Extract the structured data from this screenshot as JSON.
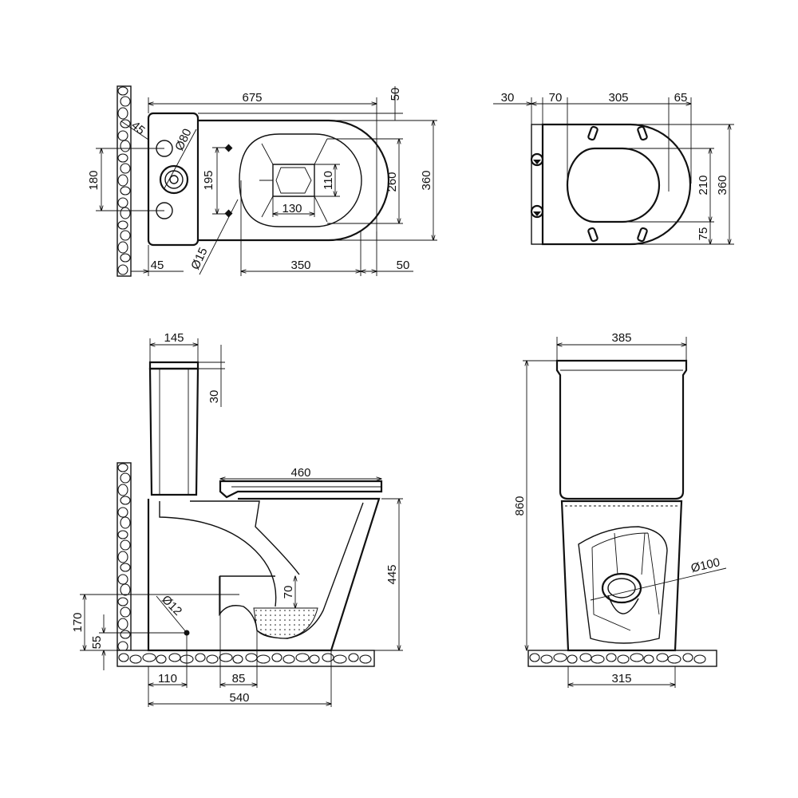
{
  "colors": {
    "line": "#111111",
    "background": "#ffffff"
  },
  "top_view": {
    "dims": {
      "length": "675",
      "top_offset": "50",
      "sym_45_top": "45",
      "dia_80": "Ø80",
      "spacing_180": "180",
      "depth_195": "195",
      "bowl_110": "110",
      "width_260": "260",
      "width_360": "360",
      "bowl_130": "130",
      "dia_15": "Ø15",
      "left_45": "45",
      "length_350": "350",
      "right_50": "50"
    }
  },
  "seat_view": {
    "dims": {
      "d30": "30",
      "d70": "70",
      "d305": "305",
      "d65": "65",
      "d210": "210",
      "d360": "360",
      "d75": "75"
    }
  },
  "side_view": {
    "dims": {
      "d145": "145",
      "d30": "30",
      "d460": "460",
      "d445": "445",
      "d70": "70",
      "dia12": "Ø12",
      "d170": "170",
      "d55": "55",
      "d110": "110",
      "d85": "85",
      "d540": "540"
    }
  },
  "front_view": {
    "dims": {
      "d385": "385",
      "d860": "860",
      "dia100": "Ø100",
      "d315": "315"
    }
  }
}
